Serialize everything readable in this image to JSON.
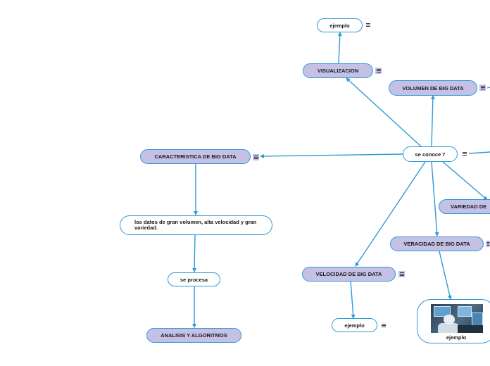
{
  "nodes": {
    "center": "se conoce 7",
    "caracteristica": "CARACTERISTICA DE BIG DATA",
    "definicion": "los datos de gran volumen, alta velocidad y gran variedad.",
    "procesa": "se procesa",
    "analisis": "ANALISIS Y ALGORITMOS",
    "visualizacion": "VISUALIZACION",
    "visualizacion_ejemplo": "ejemplo",
    "volumen": "VOLUMEN DE BIG DATA",
    "variedad": "VARIEDAD DE",
    "veracidad": "VERACIDAD DE BIG DATA",
    "veracidad_ejemplo": "ejemplo",
    "velocidad": "VELOCIDAD DE BIG DATA",
    "velocidad_ejemplo": "ejemplo"
  },
  "colors": {
    "line": "#2e9bd6",
    "main_fill": "#c4c0e6",
    "sub_fill": "#ffffff"
  },
  "icons": {
    "note": "note-lines-icon",
    "image": "robot-computers-image"
  }
}
